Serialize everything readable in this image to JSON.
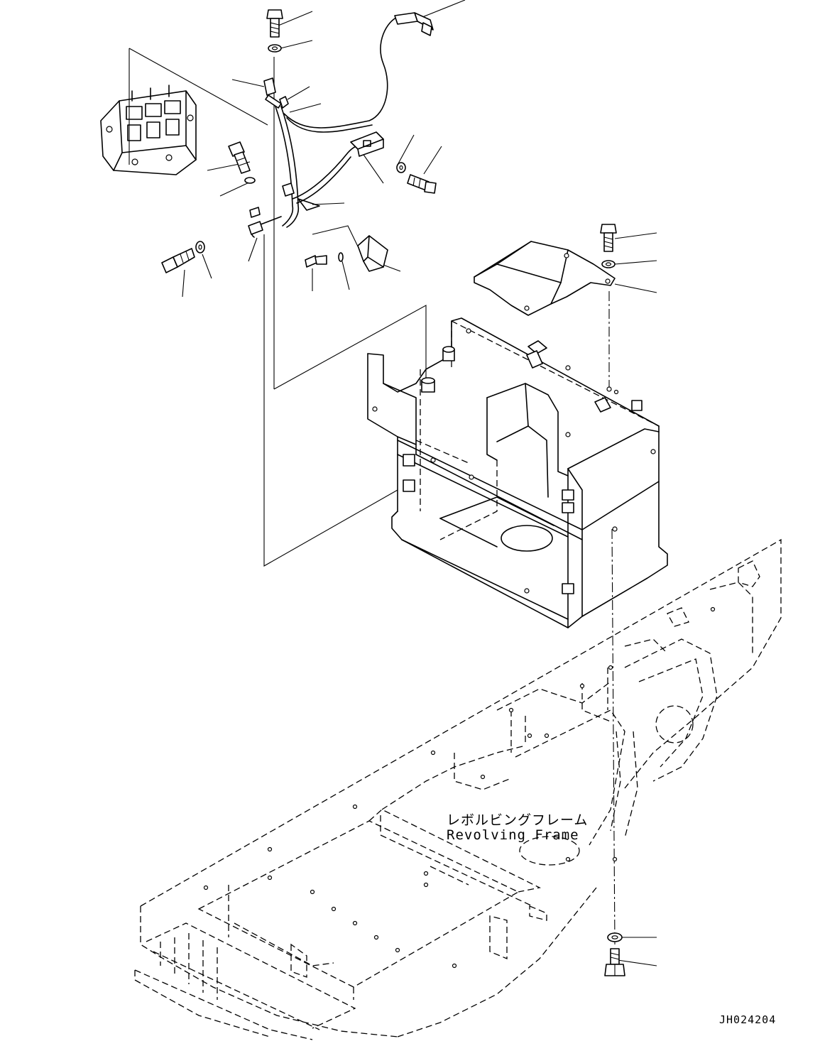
{
  "drawing": {
    "frame_label_ja": "レボルビングフレーム",
    "frame_label_en": "Revolving Frame",
    "code": "JH024204"
  },
  "parts": [
    "bolt-top",
    "washer-top",
    "wiring-harness",
    "connector",
    "clamp",
    "control-valve",
    "bolt-left",
    "bolt-right",
    "washer-right",
    "sensor",
    "bracket",
    "battery-box",
    "cover-plate",
    "bolt-cover",
    "washer-cover",
    "revolving-frame",
    "bolt-bottom",
    "washer-bottom"
  ]
}
